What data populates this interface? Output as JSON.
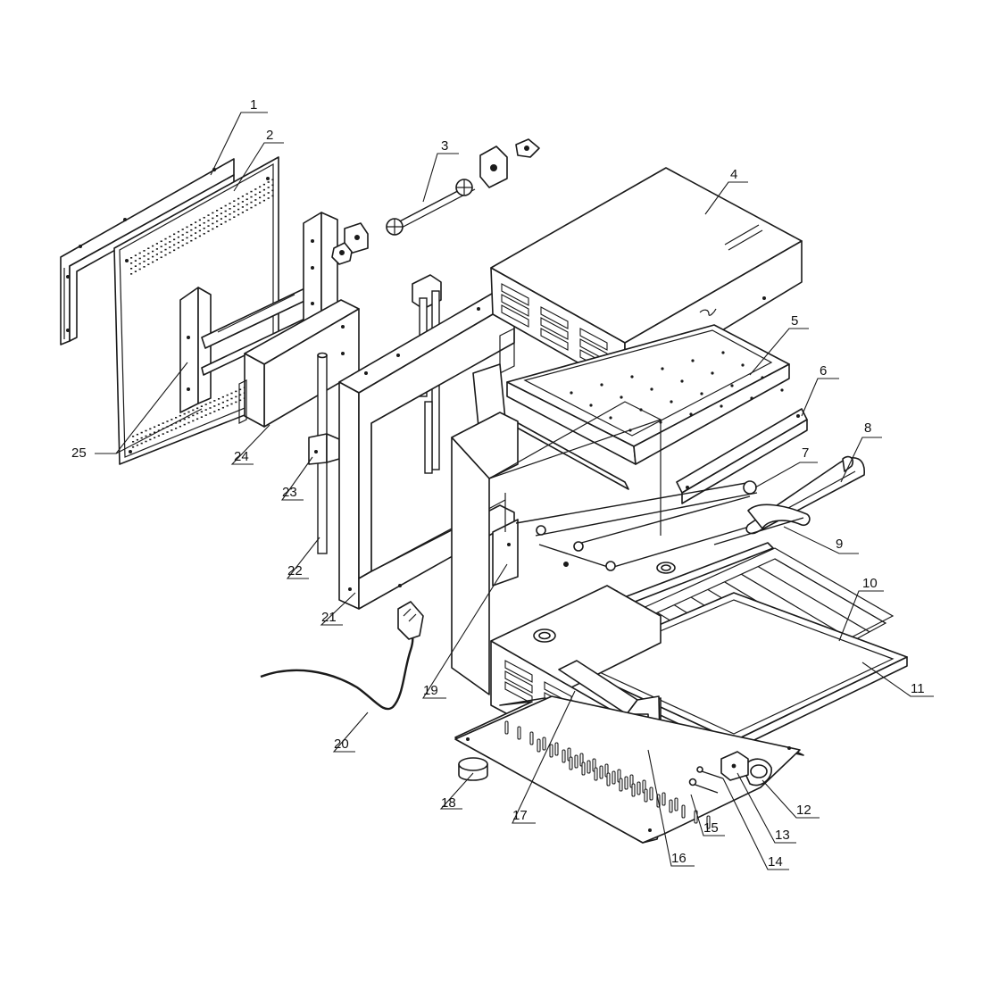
{
  "diagram": {
    "callouts": [
      {
        "id": "1",
        "text": "1"
      },
      {
        "id": "2",
        "text": "2"
      },
      {
        "id": "3",
        "text": "3"
      },
      {
        "id": "4",
        "text": "4"
      },
      {
        "id": "5",
        "text": "5"
      },
      {
        "id": "6",
        "text": "6"
      },
      {
        "id": "7",
        "text": "7"
      },
      {
        "id": "8",
        "text": "8"
      },
      {
        "id": "9",
        "text": "9"
      },
      {
        "id": "10",
        "text": "10"
      },
      {
        "id": "11",
        "text": "11"
      },
      {
        "id": "12",
        "text": "12"
      },
      {
        "id": "13",
        "text": "13"
      },
      {
        "id": "14",
        "text": "14"
      },
      {
        "id": "15",
        "text": "15"
      },
      {
        "id": "16",
        "text": "16"
      },
      {
        "id": "17",
        "text": "17"
      },
      {
        "id": "18",
        "text": "18"
      },
      {
        "id": "19",
        "text": "19"
      },
      {
        "id": "20",
        "text": "20"
      },
      {
        "id": "21",
        "text": "21"
      },
      {
        "id": "22",
        "text": "22"
      },
      {
        "id": "23",
        "text": "23"
      },
      {
        "id": "24",
        "text": "24"
      },
      {
        "id": "25",
        "text": "25"
      }
    ],
    "colors": {
      "line": "#1a1a1a",
      "background": "#ffffff"
    }
  }
}
